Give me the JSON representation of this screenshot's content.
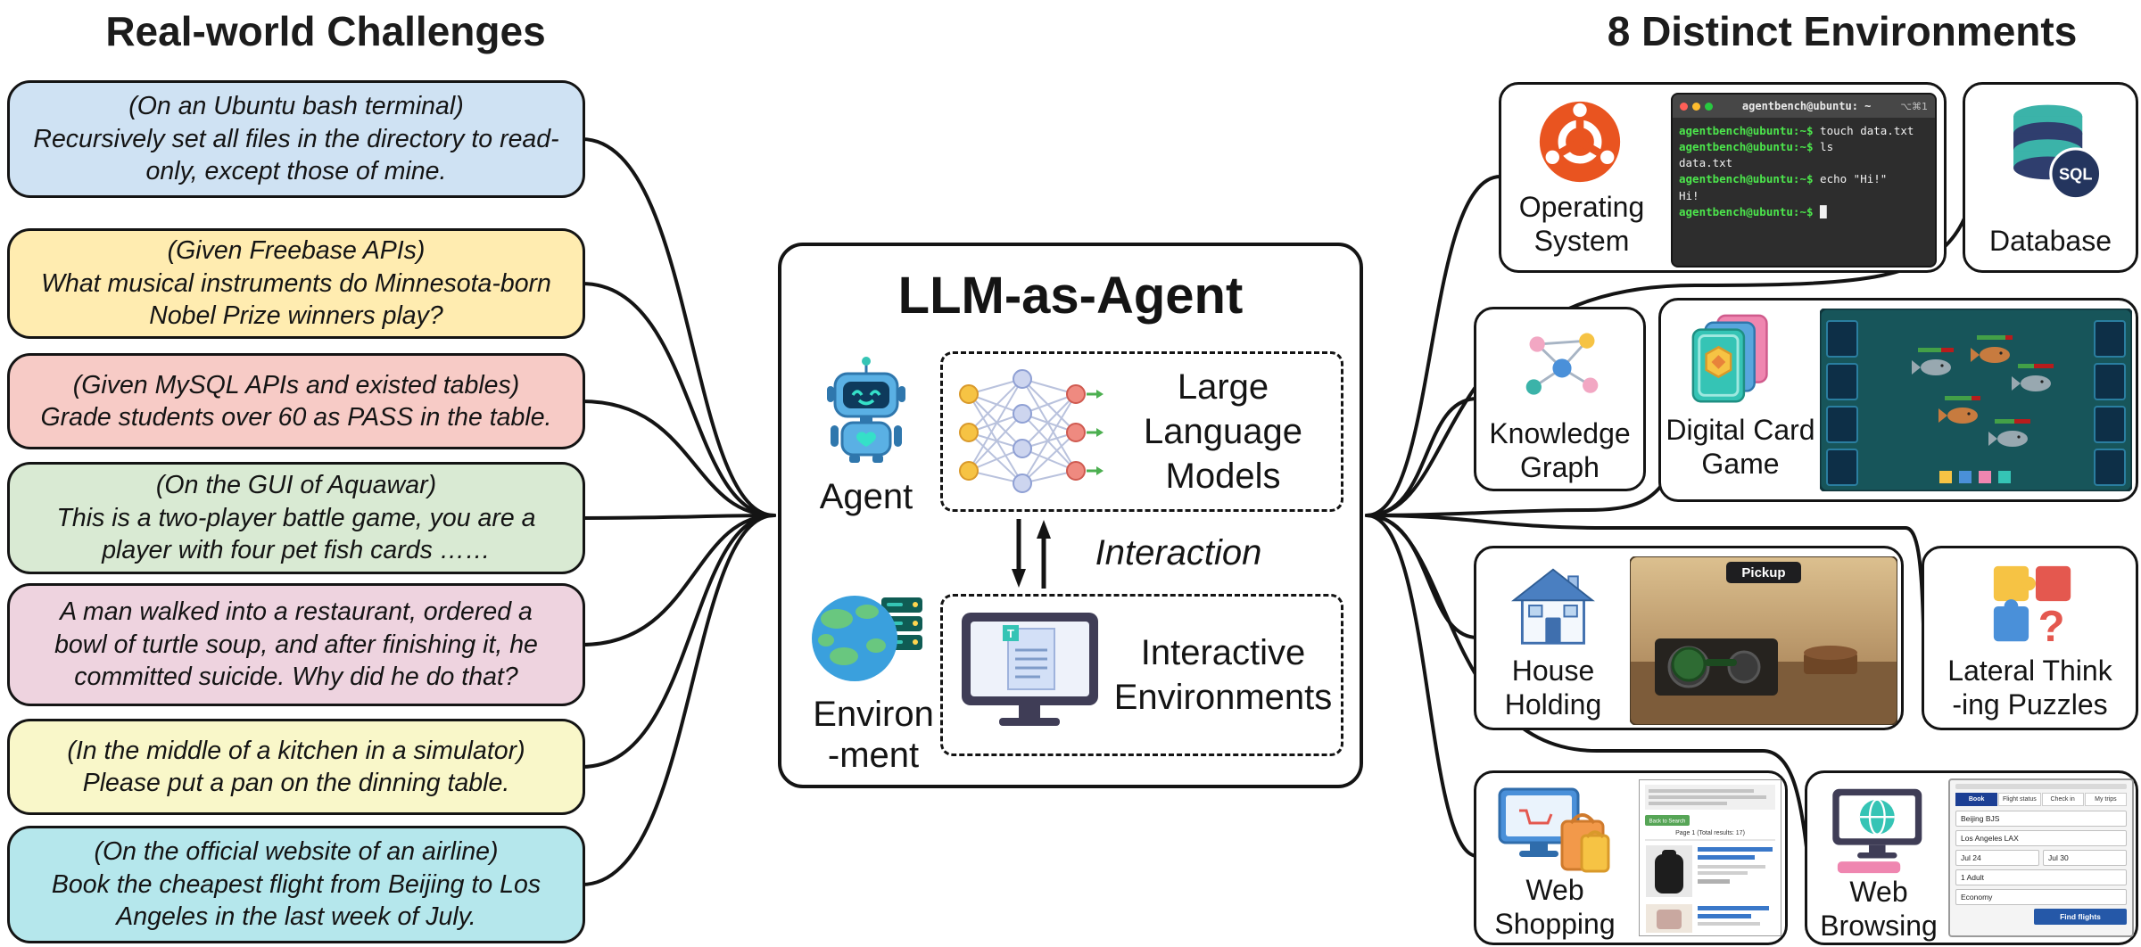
{
  "left": {
    "title": "Real-world Challenges",
    "challenges": [
      {
        "context": "(On an Ubuntu bash terminal)",
        "text": "Recursively set all files in the directory to read-only, except those of mine.",
        "bg": "#cfe2f3"
      },
      {
        "context": "(Given Freebase APIs)",
        "text": "What musical instruments do Minnesota-born Nobel Prize winners play?",
        "bg": "#ffecb0"
      },
      {
        "context": "(Given MySQL APIs and existed tables)",
        "text": "Grade students over 60 as PASS in the table.",
        "bg": "#f7cbc6"
      },
      {
        "context": "(On the GUI of Aquawar)",
        "text": "This is a two-player battle game, you are a player with four pet fish cards ……",
        "bg": "#d9ead3"
      },
      {
        "context": "",
        "text": "A man walked into a restaurant, ordered a bowl of turtle soup, and after finishing it, he committed suicide. Why did he do that?",
        "bg": "#eed3df"
      },
      {
        "context": "(In the middle of a kitchen in a simulator)",
        "text": "Please put a pan on the dinning table.",
        "bg": "#f9f7c9"
      },
      {
        "context": "(On the official website of an airline)",
        "text": "Book the cheapest flight from Beijing to Los Angeles in the last week of July.",
        "bg": "#b5e7ec"
      }
    ]
  },
  "center": {
    "title": "LLM-as-Agent",
    "agent_label": "Agent",
    "env_lines": [
      "Environ",
      "-ment"
    ],
    "llm_label": "Large Language Models",
    "interaction_label": "Interaction",
    "ienv_label": "Interactive Environments",
    "doc_letter": "T"
  },
  "right": {
    "title": "8 Distinct Environments",
    "database_badge": "SQL",
    "puzzle_mark": "?",
    "environments": [
      {
        "name": "operating-system",
        "lines": [
          "Operating",
          "System"
        ]
      },
      {
        "name": "database",
        "lines": [
          "Database"
        ]
      },
      {
        "name": "knowledge-graph",
        "lines": [
          "Knowledge",
          "Graph"
        ]
      },
      {
        "name": "digital-card-game",
        "lines": [
          "Digital Card",
          "Game"
        ]
      },
      {
        "name": "house-holding",
        "lines": [
          "House",
          "Holding"
        ]
      },
      {
        "name": "lateral-thinking-puzzles",
        "lines": [
          "Lateral Think",
          "-ing Puzzles"
        ]
      },
      {
        "name": "web-shopping",
        "lines": [
          "Web",
          "Shopping"
        ]
      },
      {
        "name": "web-browsing",
        "lines": [
          "Web",
          "Browsing"
        ]
      }
    ]
  },
  "icons": {
    "agent": "robot",
    "environment": "globe-with-server",
    "llm": "neural-network",
    "interactive_env": "monitor-with-document",
    "operating_system": "ubuntu-logo",
    "database": "database-cylinder-sql",
    "knowledge_graph": "graph-nodes",
    "digital_card_game": "card-stack",
    "house_holding": "house",
    "lateral_thinking": "puzzle-pieces",
    "web_shopping": "monitor-with-shopping-bags",
    "web_browsing": "monitor-with-globe"
  },
  "terminal": {
    "title": "agentbench@ubuntu: ~",
    "title_right": "⌥⌘1",
    "lines": [
      {
        "prompt": "agentbench@ubuntu:~$",
        "text": " touch data.txt"
      },
      {
        "prompt": "agentbench@ubuntu:~$",
        "text": " ls"
      },
      {
        "prompt": "",
        "text": "data.txt"
      },
      {
        "prompt": "agentbench@ubuntu:~$",
        "text": " echo \"Hi!\""
      },
      {
        "prompt": "",
        "text": "Hi!"
      },
      {
        "prompt": "agentbench@ubuntu:~$",
        "text": " █"
      }
    ]
  },
  "kitchen": {
    "pickup_label": "Pickup"
  },
  "webshop": {
    "back_button": "Back to Search",
    "results_line": "Page 1 (Total results: 17)"
  },
  "flight": {
    "tabs": [
      "Book",
      "Flight status",
      "Check in",
      "My trips"
    ],
    "from_value": "Beijing BJS",
    "to_value": "Los Angeles LAX",
    "depart_value": "Jul 24",
    "return_value": "Jul 30",
    "travelers_value": "1 Adult",
    "cabin_value": "Economy",
    "search_button": "Find flights"
  }
}
